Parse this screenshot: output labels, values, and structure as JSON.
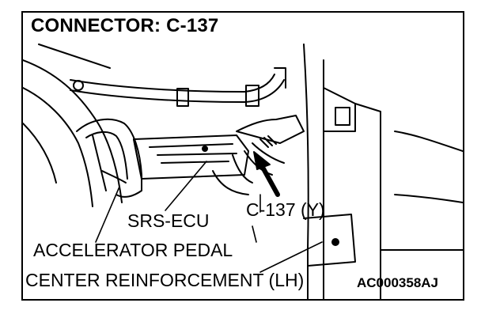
{
  "figure": {
    "title": "CONNECTOR: C-137",
    "callouts": {
      "srs_ecu": "SRS-ECU",
      "connector": "C-137 (Y)",
      "accelerator_pedal": "ACCELERATOR PEDAL",
      "center_reinforcement": "CENTER REINFORCEMENT (LH)"
    },
    "figure_code": "AC000358AJ"
  }
}
